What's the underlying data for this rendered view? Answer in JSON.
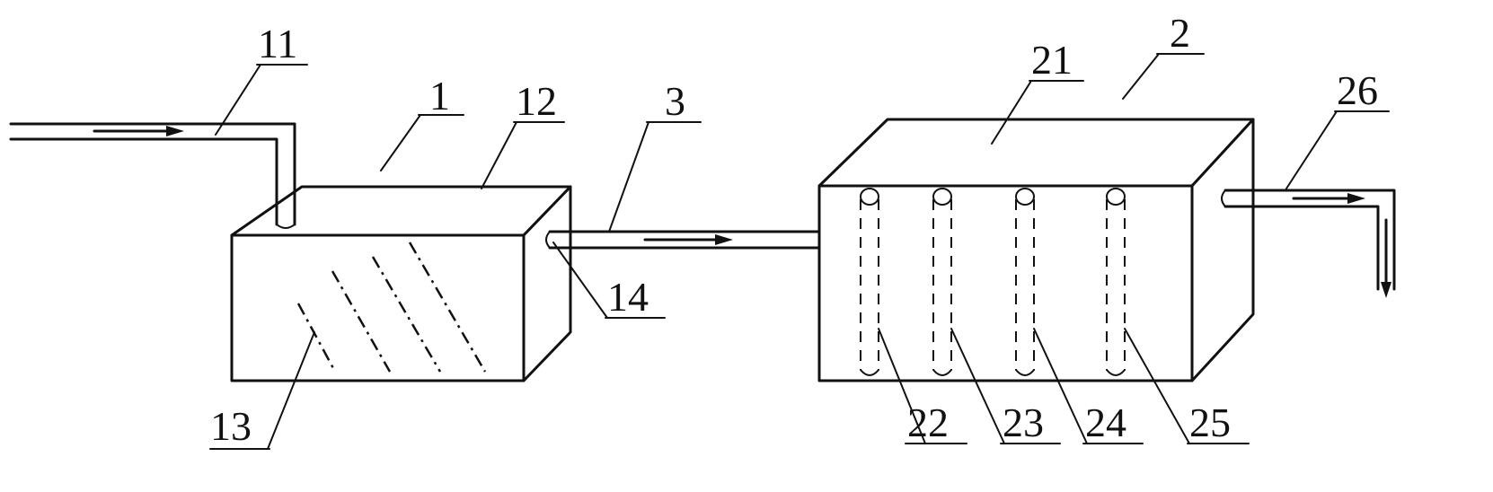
{
  "labels": {
    "inlet_pipe": "11",
    "tank_one": "1",
    "tank_one_top": "12",
    "connecting_pipe": "3",
    "tank_two": "2",
    "tank_two_top": "21",
    "outlet_pipe": "26",
    "tank_one_filler": "13",
    "pipe_outlet_port": "14",
    "tube_one": "22",
    "tube_two": "23",
    "tube_three": "24",
    "tube_four": "25"
  }
}
